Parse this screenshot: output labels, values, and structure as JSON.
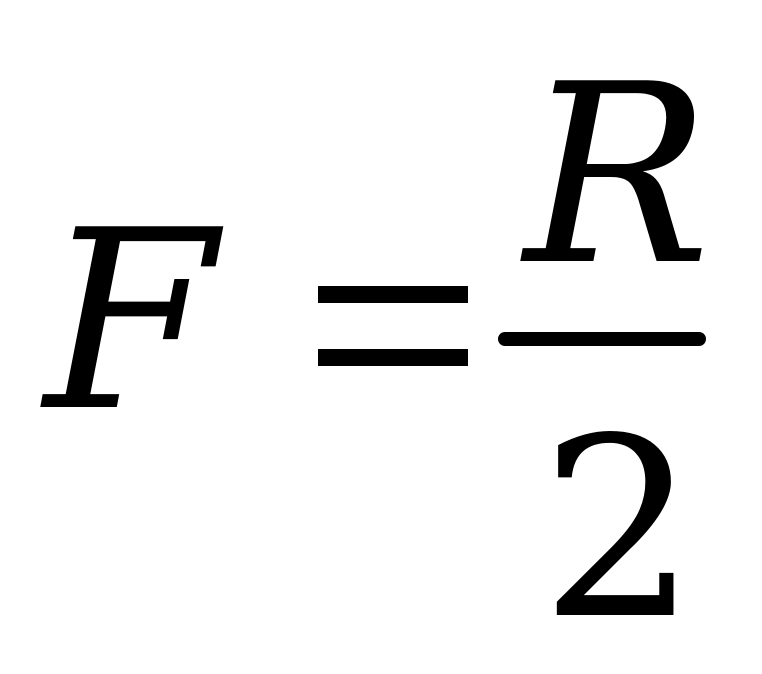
{
  "formula": {
    "lhs": "F",
    "operator": "=",
    "numerator": "R",
    "denominator": "2"
  }
}
